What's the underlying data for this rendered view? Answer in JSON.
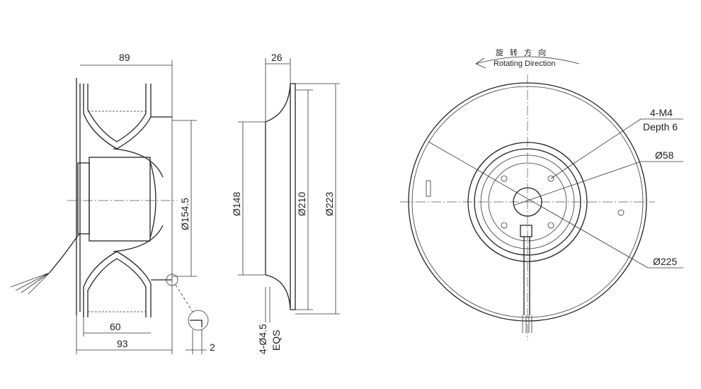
{
  "side_view": {
    "dim_top": "89",
    "dim_diameter": "Ø154.5",
    "dim_60": "60",
    "dim_93": "93",
    "dim_2": "2"
  },
  "inlet_ring_view": {
    "dim_26": "26",
    "dim_148": "Ø148",
    "dim_210": "Ø210",
    "dim_223": "Ø223",
    "holes": "4-Ø4.5",
    "holes_eqs": "EQS"
  },
  "front_view": {
    "rotation_cn": "旋 转 方 向",
    "rotation_en": "Rotating Direction",
    "thread": "4-M4",
    "depth": "Depth 6",
    "dim_58": "Ø58",
    "dim_225": "Ø225"
  }
}
